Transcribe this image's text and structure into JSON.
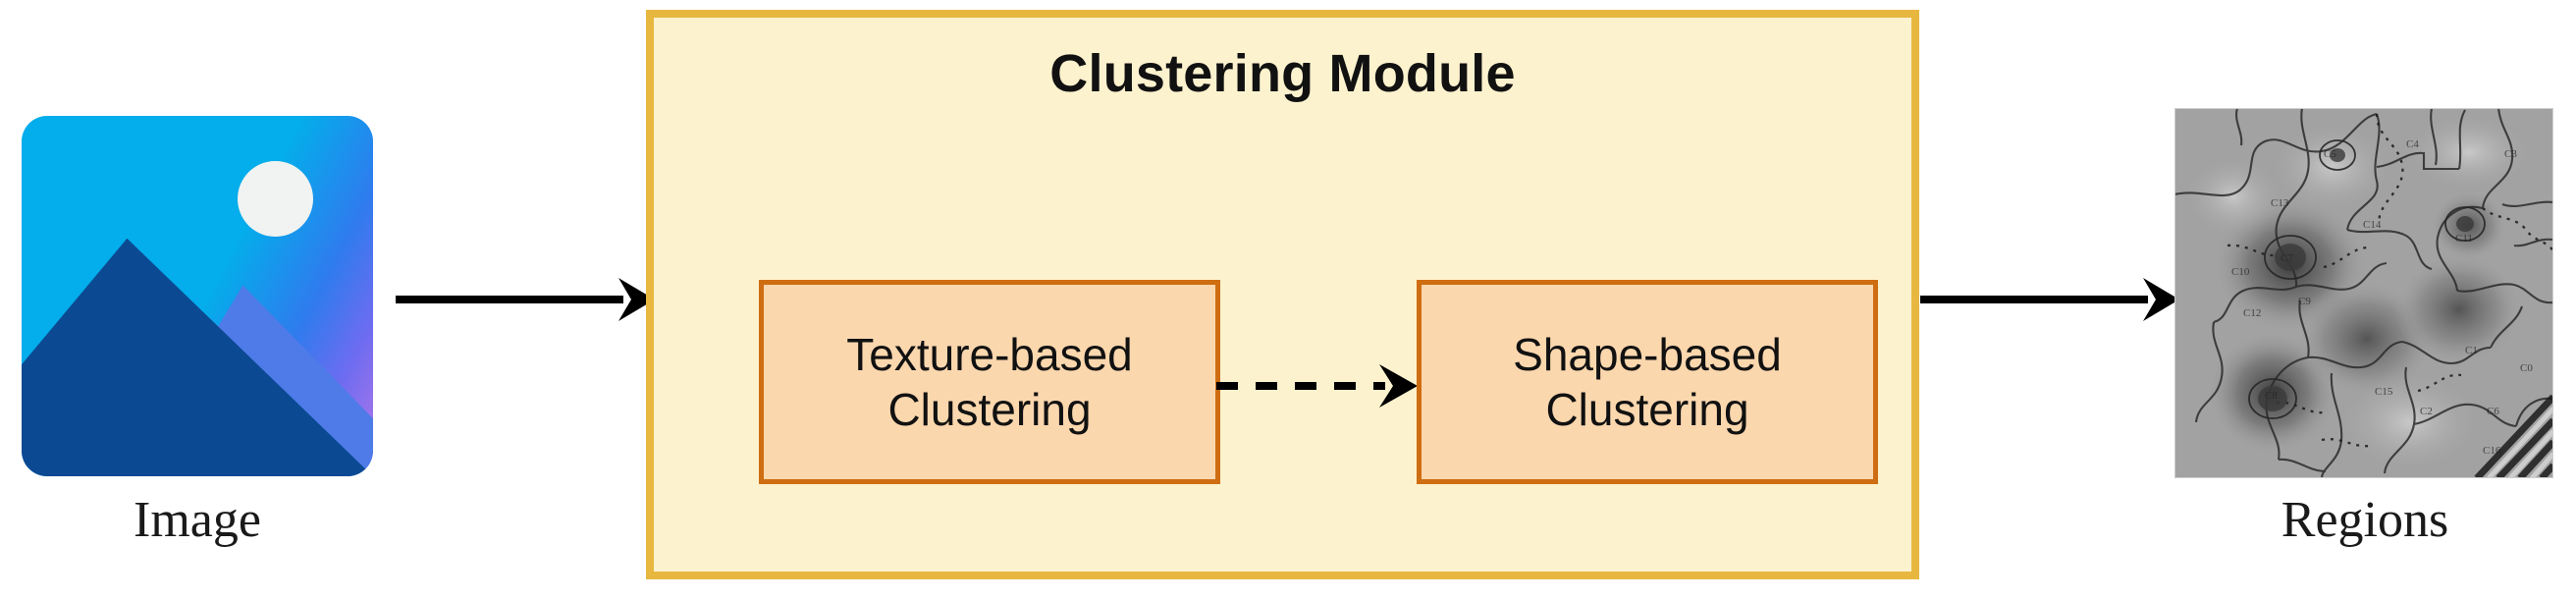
{
  "diagram": {
    "type": "pipeline-flow",
    "title": "Clustering Module",
    "background_color": "#ffffff"
  },
  "input": {
    "caption": "Image",
    "icon": "picture-thumbnail-icon",
    "colors": {
      "sky": "#04ADEB",
      "sky_gradient_end": "#B778E8",
      "sun": "#F1F3F2",
      "mountain_front": "#0B4A93",
      "mountain_back": "#4E7BE8"
    }
  },
  "module": {
    "title": "Clustering Module",
    "border_color": "#E7B740",
    "fill_color": "#FDF2CE",
    "sub_boxes": [
      {
        "id": "texture-based-clustering",
        "label": "Texture-based\nClustering",
        "border_color": "#CE6D11",
        "fill_color": "#FBD7AE"
      },
      {
        "id": "shape-based-clustering",
        "label": "Shape-based\nClustering",
        "border_color": "#CE6D11",
        "fill_color": "#FBD7AE"
      }
    ]
  },
  "output": {
    "caption": "Regions",
    "icon": "segmented-region-map-icon",
    "description": "grayscale segmented region map"
  },
  "connectors": [
    {
      "id": "input-to-module",
      "style": "solid",
      "color": "#000000",
      "direction": "right"
    },
    {
      "id": "texture-to-shape",
      "style": "dashed",
      "color": "#000000",
      "direction": "right"
    },
    {
      "id": "module-to-output",
      "style": "solid",
      "color": "#000000",
      "direction": "right"
    }
  ]
}
